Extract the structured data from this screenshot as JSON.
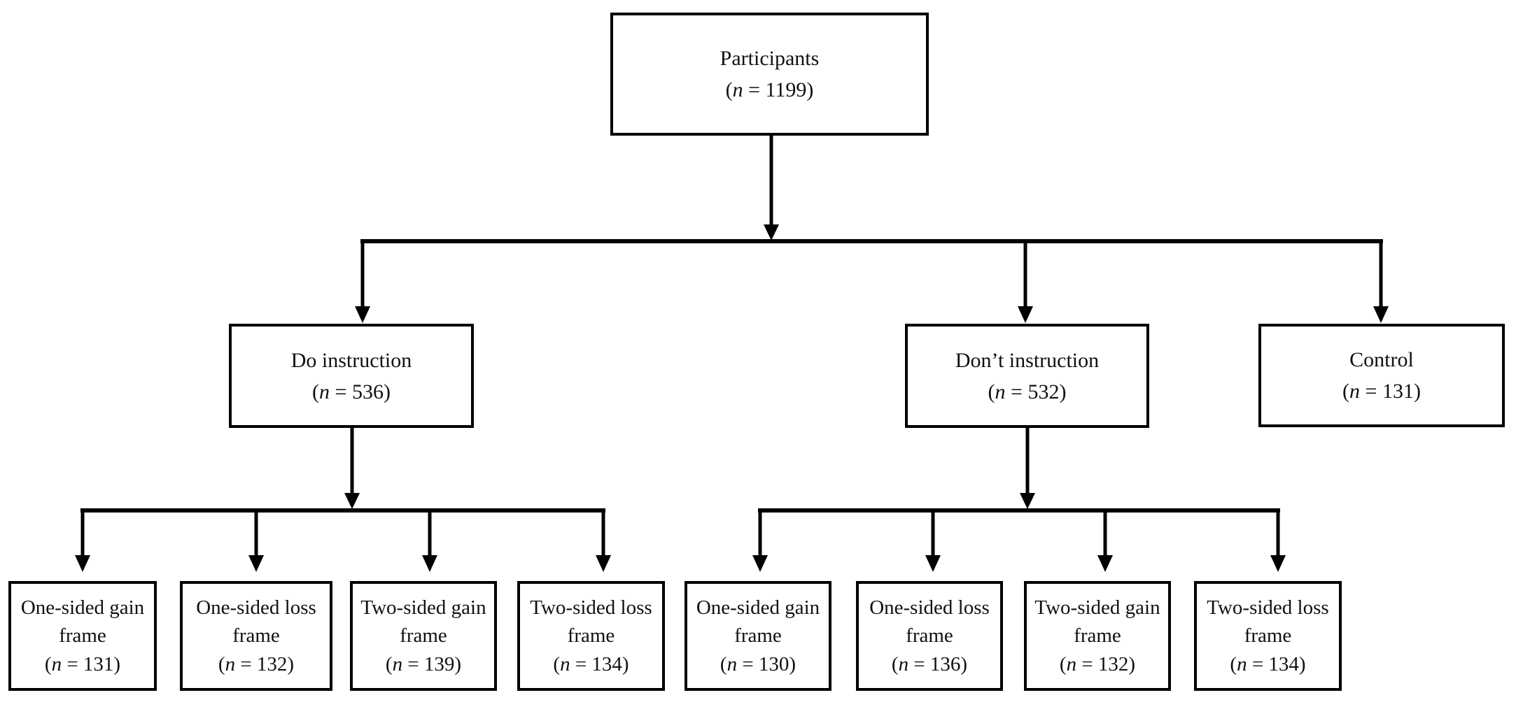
{
  "figure": {
    "type": "flowchart",
    "title_implied": "Participant allocation flow",
    "background_color": "#ffffff",
    "ink_color": "#000000",
    "text_color": "#111111"
  },
  "nodes": [
    {
      "id": "participants",
      "label": "Participants",
      "n": 1199,
      "n_open": "(",
      "n_var": "n",
      "n_rest": " = 1199)"
    },
    {
      "id": "do-instruction",
      "label": "Do instruction",
      "n": 536,
      "n_open": "(",
      "n_var": "n",
      "n_rest": " = 536)"
    },
    {
      "id": "dont-instruction",
      "label": "Don’t instruction",
      "n": 532,
      "n_open": "(",
      "n_var": "n",
      "n_rest": " = 532)"
    },
    {
      "id": "control",
      "label": "Control",
      "n": 131,
      "n_open": "(",
      "n_var": "n",
      "n_rest": " = 131)"
    },
    {
      "id": "do-one-sided-gain",
      "label": "One-sided gain frame",
      "n": 131,
      "n_open": "(",
      "n_var": "n",
      "n_rest": " = 131)"
    },
    {
      "id": "do-one-sided-loss",
      "label": "One-sided loss frame",
      "n": 132,
      "n_open": "(",
      "n_var": "n",
      "n_rest": " = 132)"
    },
    {
      "id": "do-two-sided-gain",
      "label": "Two-sided gain frame",
      "n": 139,
      "n_open": "(",
      "n_var": "n",
      "n_rest": " = 139)"
    },
    {
      "id": "do-two-sided-loss",
      "label": "Two-sided loss frame",
      "n": 134,
      "n_open": "(",
      "n_var": "n",
      "n_rest": " = 134)"
    },
    {
      "id": "dont-one-sided-gain",
      "label": "One-sided gain frame",
      "n": 130,
      "n_open": "(",
      "n_var": "n",
      "n_rest": " = 130)"
    },
    {
      "id": "dont-one-sided-loss",
      "label": "One-sided loss frame",
      "n": 136,
      "n_open": "(",
      "n_var": "n",
      "n_rest": " = 136)"
    },
    {
      "id": "dont-two-sided-gain",
      "label": "Two-sided gain frame",
      "n": 132,
      "n_open": "(",
      "n_var": "n",
      "n_rest": " = 132)"
    },
    {
      "id": "dont-two-sided-loss",
      "label": "Two-sided loss frame",
      "n": 134,
      "n_open": "(",
      "n_var": "n",
      "n_rest": " = 134)"
    }
  ],
  "edges": [
    {
      "from": "participants",
      "to": "do-instruction"
    },
    {
      "from": "participants",
      "to": "dont-instruction"
    },
    {
      "from": "participants",
      "to": "control"
    },
    {
      "from": "do-instruction",
      "to": "do-one-sided-gain"
    },
    {
      "from": "do-instruction",
      "to": "do-one-sided-loss"
    },
    {
      "from": "do-instruction",
      "to": "do-two-sided-gain"
    },
    {
      "from": "do-instruction",
      "to": "do-two-sided-loss"
    },
    {
      "from": "dont-instruction",
      "to": "dont-one-sided-gain"
    },
    {
      "from": "dont-instruction",
      "to": "dont-one-sided-loss"
    },
    {
      "from": "dont-instruction",
      "to": "dont-two-sided-gain"
    },
    {
      "from": "dont-instruction",
      "to": "dont-two-sided-loss"
    }
  ]
}
